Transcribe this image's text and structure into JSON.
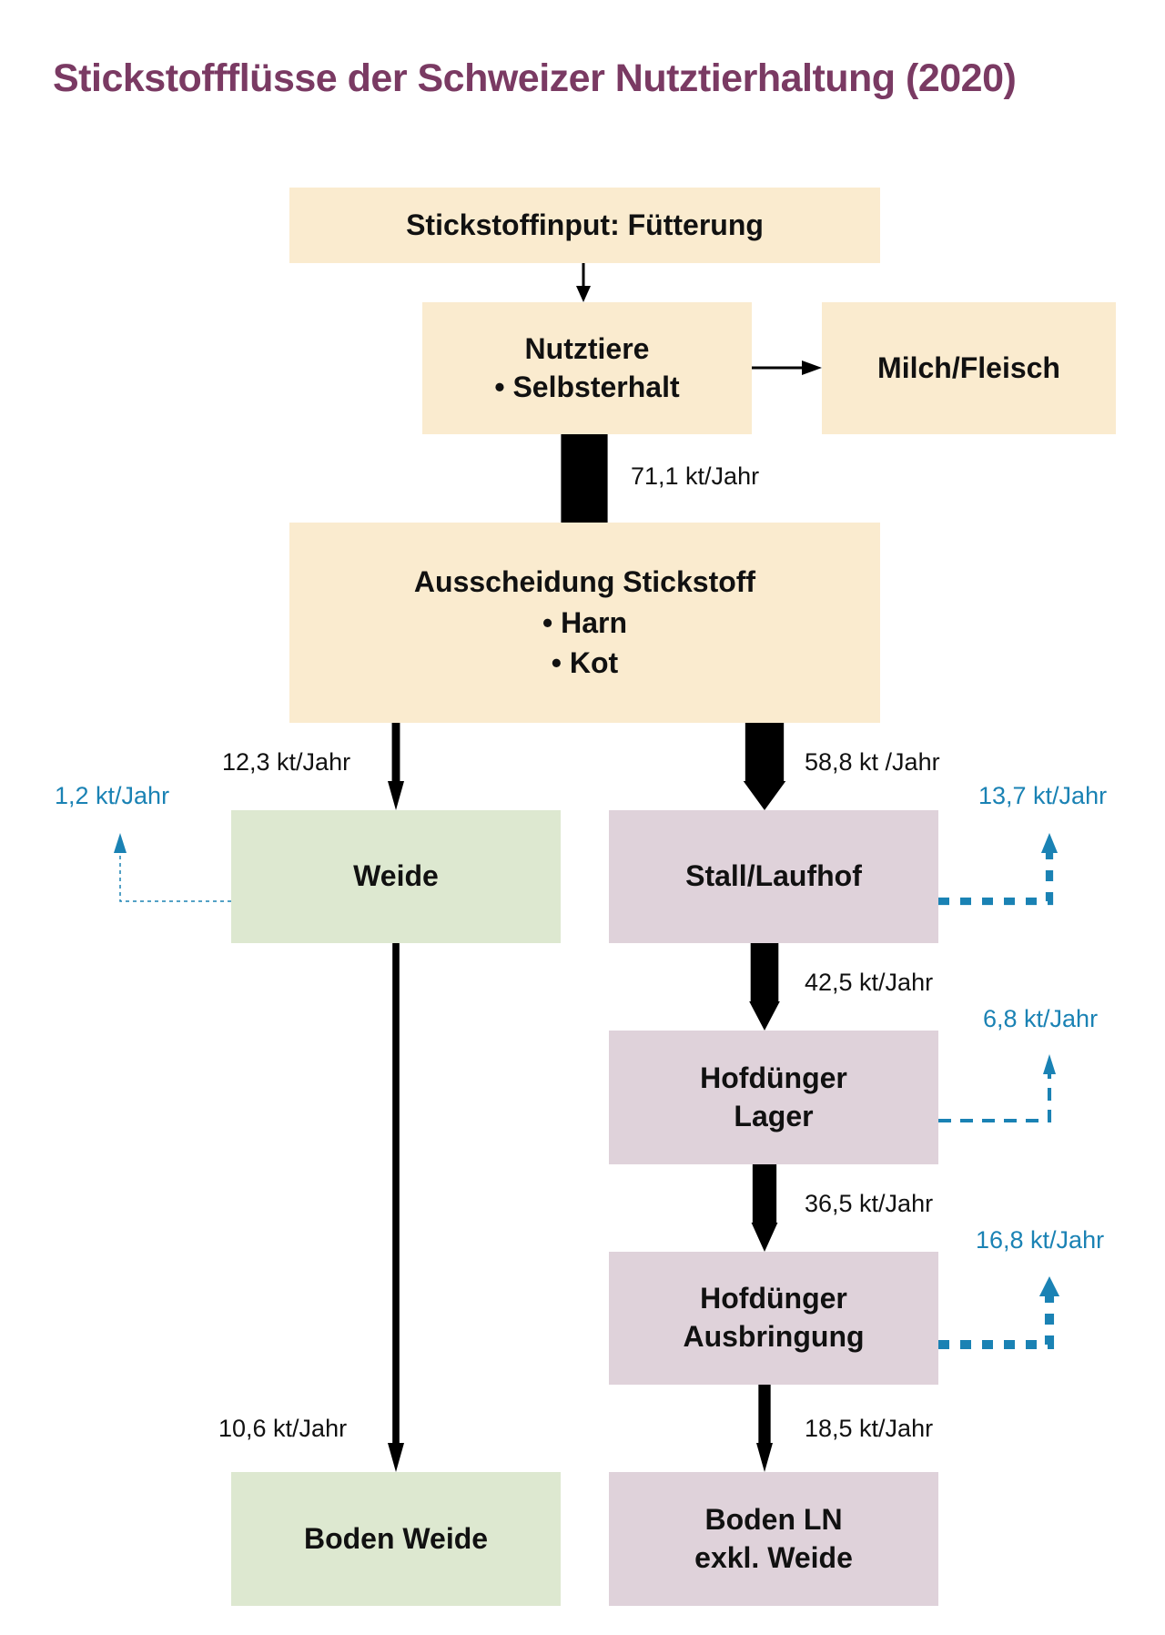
{
  "title": "Stickstoffflüsse der Schweizer Nutztierhaltung (2020)",
  "colors": {
    "title": "#7a3a63",
    "feed_box": "#faebcf",
    "pasture_box": "#dde8d0",
    "manure_box": "#dfd2da",
    "emission": "#1a82b4",
    "flow": "#000000"
  },
  "nodes": {
    "input": {
      "lines": [
        "Stickstoffinput: Fütterung"
      ]
    },
    "livestock": {
      "lines": [
        "Nutztiere",
        "• Selbsterhalt"
      ]
    },
    "products": {
      "lines": [
        "Milch/Fleisch"
      ]
    },
    "excretion": {
      "lines": [
        "Ausscheidung Stickstoff",
        "• Harn",
        "• Kot"
      ]
    },
    "pasture": {
      "lines": [
        "Weide"
      ]
    },
    "stable": {
      "lines": [
        "Stall/Laufhof"
      ]
    },
    "storage": {
      "lines": [
        "Hofdünger",
        "Lager"
      ]
    },
    "application": {
      "lines": [
        "Hofdünger",
        "Ausbringung"
      ]
    },
    "soil_pasture": {
      "lines": [
        "Boden Weide"
      ]
    },
    "soil_ln": {
      "lines": [
        "Boden LN",
        "exkl. Weide"
      ]
    }
  },
  "flows": [
    {
      "from": "input",
      "to": "livestock",
      "value": null,
      "label": ""
    },
    {
      "from": "livestock",
      "to": "products",
      "value": null,
      "label": ""
    },
    {
      "from": "livestock",
      "to": "excretion",
      "value": 71.1,
      "label": "71,1 kt/Jahr"
    },
    {
      "from": "excretion",
      "to": "pasture",
      "value": 12.3,
      "label": "12,3 kt/Jahr"
    },
    {
      "from": "excretion",
      "to": "stable",
      "value": 58.8,
      "label": "58,8 kt /Jahr"
    },
    {
      "from": "stable",
      "to": "storage",
      "value": 42.5,
      "label": "42,5 kt/Jahr"
    },
    {
      "from": "storage",
      "to": "application",
      "value": 36.5,
      "label": "36,5 kt/Jahr"
    },
    {
      "from": "application",
      "to": "soil_ln",
      "value": 18.5,
      "label": "18,5 kt/Jahr"
    },
    {
      "from": "pasture",
      "to": "soil_pasture",
      "value": 10.6,
      "label": "10,6 kt/Jahr"
    }
  ],
  "emissions": [
    {
      "from": "pasture",
      "value": 1.2,
      "label": "1,2 kt/Jahr"
    },
    {
      "from": "stable",
      "value": 13.7,
      "label": "13,7 kt/Jahr"
    },
    {
      "from": "storage",
      "value": 6.8,
      "label": "6,8 kt/Jahr"
    },
    {
      "from": "application",
      "value": 16.8,
      "label": "16,8 kt/Jahr"
    }
  ]
}
